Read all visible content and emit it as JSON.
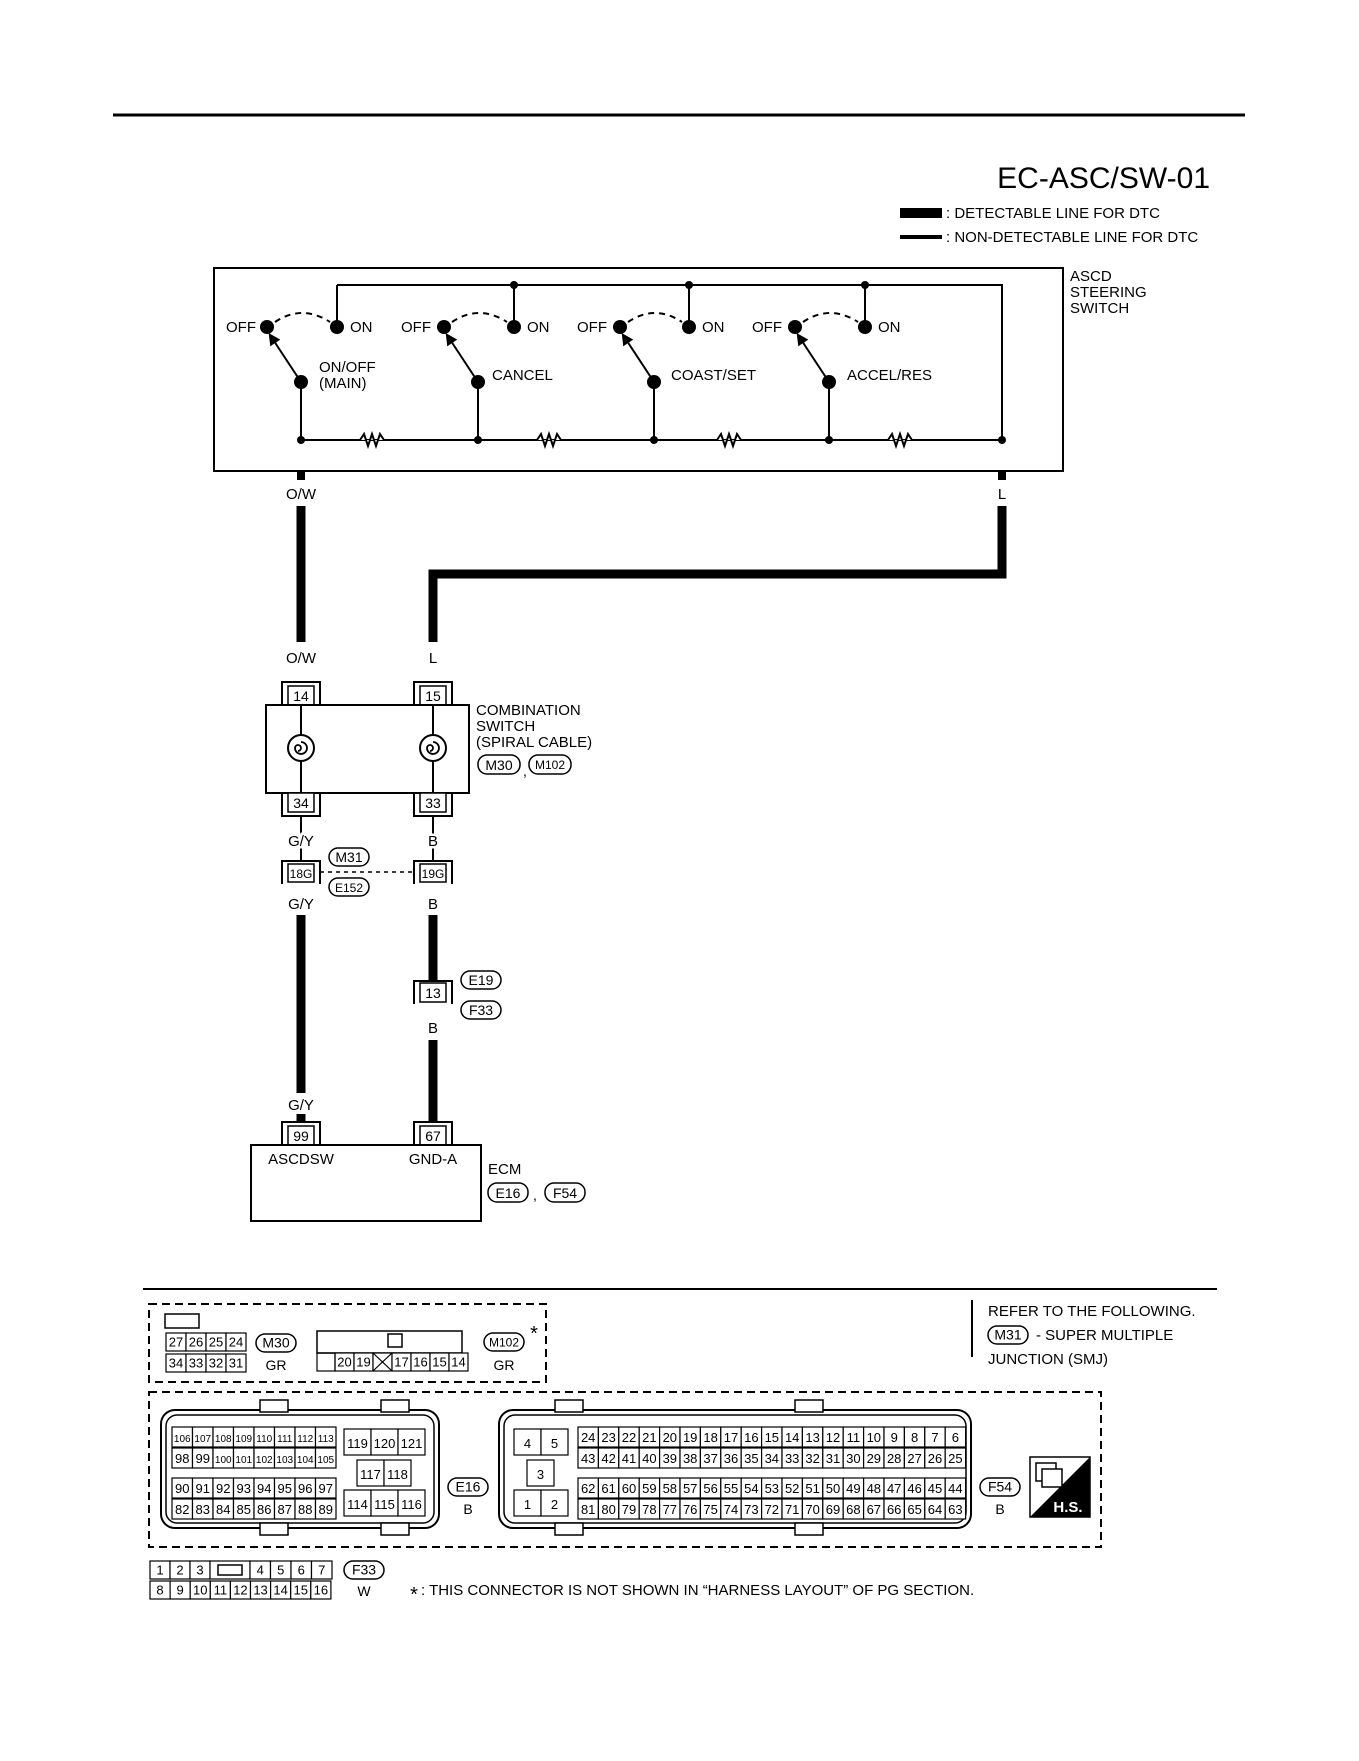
{
  "diagram_id": "EC-ASC/SW-01",
  "legend": {
    "detectable": ": DETECTABLE LINE FOR DTC",
    "non_detectable": ": NON-DETECTABLE LINE FOR DTC"
  },
  "steering_switch": {
    "title_lines": [
      "ASCD",
      "STEERING",
      "SWITCH"
    ],
    "off_label": "OFF",
    "on_label": "ON",
    "switches": [
      {
        "lines": [
          "ON/OFF",
          "(MAIN)"
        ]
      },
      {
        "lines": [
          "CANCEL"
        ]
      },
      {
        "lines": [
          "COAST/SET"
        ]
      },
      {
        "lines": [
          "ACCEL/RES"
        ]
      }
    ]
  },
  "wire_colors": {
    "ow": "O/W",
    "l": "L",
    "gy": "G/Y",
    "b": "B"
  },
  "combination_switch": {
    "title_lines": [
      "COMBINATION",
      "SWITCH",
      "(SPIRAL CABLE)"
    ],
    "connectors": [
      "M30",
      "M102"
    ],
    "pins_top": [
      "14",
      "15"
    ],
    "pins_bottom": [
      "34",
      "33"
    ]
  },
  "smj_connector": {
    "pins": [
      "18G",
      "19G"
    ],
    "labels": [
      "M31",
      "E152"
    ]
  },
  "e19_connector": {
    "pin": "13",
    "labels": [
      "E19",
      "F33"
    ]
  },
  "ecm": {
    "title": "ECM",
    "connectors": [
      "E16",
      "F54"
    ],
    "pins": [
      "99",
      "67"
    ],
    "terminal_names": [
      "ASCDSW",
      "GND-A"
    ]
  },
  "comma": ",",
  "connector_views": {
    "m30": {
      "id": "M30",
      "color": "GR",
      "row1": [
        "27",
        "26",
        "25",
        "24"
      ],
      "row2": [
        "34",
        "33",
        "32",
        "31"
      ]
    },
    "m102": {
      "id": "M102",
      "color": "GR",
      "asterisk": "*",
      "row2": [
        "20",
        "19",
        "",
        "17",
        "16",
        "15",
        "14"
      ]
    },
    "refer": {
      "line1": "REFER TO THE FOLLOWING.",
      "tag": "M31",
      "line2": "- SUPER MULTIPLE",
      "line3": "JUNCTION (SMJ)"
    },
    "e16": {
      "id": "E16",
      "color": "B",
      "rows": [
        [
          "106",
          "107",
          "108",
          "109",
          "110",
          "111",
          "112",
          "113"
        ],
        [
          "98",
          "99",
          "100",
          "101",
          "102",
          "103",
          "104",
          "105"
        ],
        [
          "90",
          "91",
          "92",
          "93",
          "94",
          "95",
          "96",
          "97"
        ],
        [
          "82",
          "83",
          "84",
          "85",
          "86",
          "87",
          "88",
          "89"
        ]
      ],
      "side": [
        "119",
        "120",
        "121",
        "117",
        "118",
        "114",
        "115",
        "116"
      ]
    },
    "f54": {
      "id": "F54",
      "color": "B",
      "left": [
        "4",
        "5",
        "3",
        "1",
        "2"
      ],
      "rows": [
        [
          "24",
          "23",
          "22",
          "21",
          "20",
          "19",
          "18",
          "17",
          "16",
          "15",
          "14",
          "13",
          "12",
          "11",
          "10",
          "9",
          "8",
          "7",
          "6"
        ],
        [
          "43",
          "42",
          "41",
          "40",
          "39",
          "38",
          "37",
          "36",
          "35",
          "34",
          "33",
          "32",
          "31",
          "30",
          "29",
          "28",
          "27",
          "26",
          "25"
        ],
        [
          "62",
          "61",
          "60",
          "59",
          "58",
          "57",
          "56",
          "55",
          "54",
          "53",
          "52",
          "51",
          "50",
          "49",
          "48",
          "47",
          "46",
          "45",
          "44"
        ],
        [
          "81",
          "80",
          "79",
          "78",
          "77",
          "76",
          "75",
          "74",
          "73",
          "72",
          "71",
          "70",
          "69",
          "68",
          "67",
          "66",
          "65",
          "64",
          "63"
        ]
      ]
    },
    "f33": {
      "id": "F33",
      "color": "W",
      "row1": [
        "1",
        "2",
        "3",
        "4",
        "5",
        "6",
        "7"
      ],
      "row2": [
        "8",
        "9",
        "10",
        "11",
        "12",
        "13",
        "14",
        "15",
        "16"
      ]
    },
    "hs_badge": "H.S.",
    "footnote_mark": "*",
    "footnote": ": THIS CONNECTOR IS NOT SHOWN IN “HARNESS LAYOUT” OF PG SECTION."
  }
}
